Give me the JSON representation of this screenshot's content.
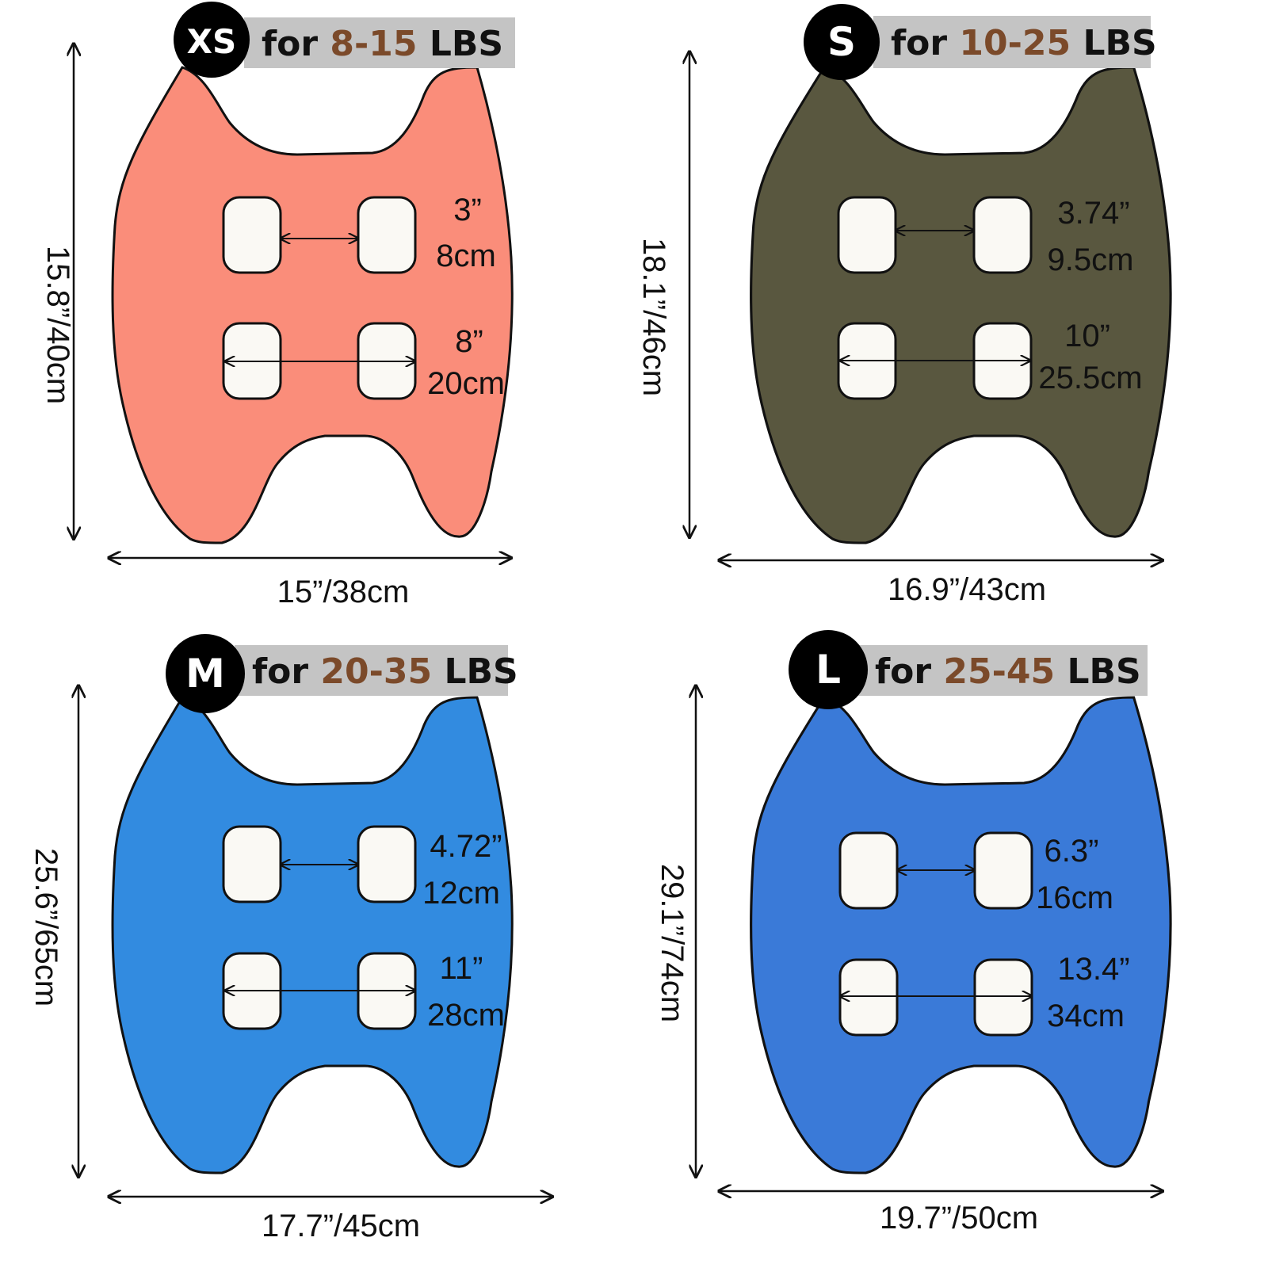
{
  "colors": {
    "xs": "#fa8d7a",
    "s": "#59573f",
    "m": "#328be0",
    "l": "#3a7ad8",
    "weight": "#7b4a2a",
    "tag_bg": "#c4c4c4",
    "circle": "#000000",
    "pad": "#faf9f4",
    "outline": "#111111"
  },
  "sizes": [
    {
      "key": "xs",
      "size": "XS",
      "for_word": "for",
      "weight": "8-15",
      "unit": "LBS",
      "height_label": "15.8”/40cm",
      "width_label": "15”/38cm",
      "top_gap_in": "3”",
      "top_gap_cm": "8cm",
      "bottom_gap_in": "8”",
      "bottom_gap_cm": "20cm"
    },
    {
      "key": "s",
      "size": "S",
      "for_word": "for",
      "weight": "10-25",
      "unit": "LBS",
      "height_label": "18.1”/46cm",
      "width_label": "16.9”/43cm",
      "top_gap_in": "3.74”",
      "top_gap_cm": "9.5cm",
      "bottom_gap_in": "10”",
      "bottom_gap_cm": "25.5cm"
    },
    {
      "key": "m",
      "size": "M",
      "for_word": "for",
      "weight": "20-35",
      "unit": "LBS",
      "height_label": "25.6”/65cm",
      "width_label": "17.7”/45cm",
      "top_gap_in": "4.72”",
      "top_gap_cm": "12cm",
      "bottom_gap_in": "11”",
      "bottom_gap_cm": "28cm"
    },
    {
      "key": "l",
      "size": "L",
      "for_word": "for",
      "weight": "25-45",
      "unit": "LBS",
      "height_label": "29.1”/74cm",
      "width_label": "19.7”/50cm",
      "top_gap_in": "6.3”",
      "top_gap_cm": "16cm",
      "bottom_gap_in": "13.4”",
      "bottom_gap_cm": "34cm"
    }
  ]
}
